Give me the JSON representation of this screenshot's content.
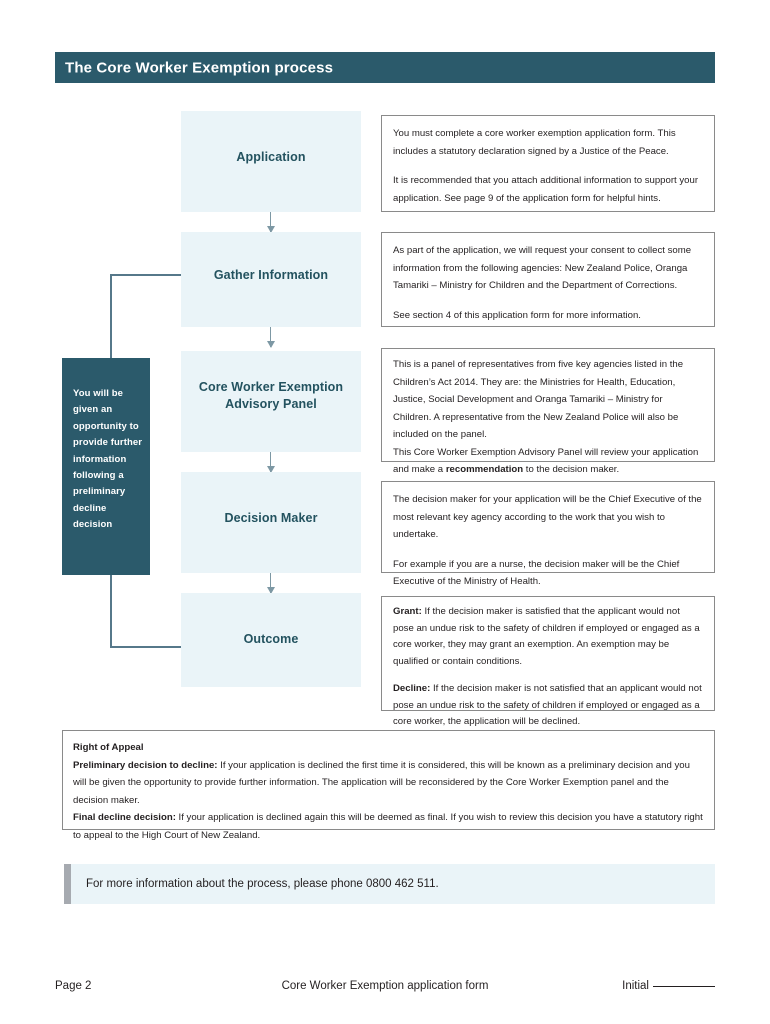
{
  "header": {
    "title": "The Core Worker Exemption process"
  },
  "colors": {
    "teal": "#2b5a6b",
    "light_blue": "#eaf4f8",
    "box_border": "#8a8a8a",
    "connector": "#7d98a4",
    "accent_gray": "#a6aab0"
  },
  "flow": {
    "stages": [
      {
        "label": "Application",
        "paragraphs": [
          "You must complete a core worker exemption application form. This includes a statutory declaration signed by a Justice of the Peace.",
          "It is recommended that you attach additional information to support your application. See page 9 of the application form for helpful hints."
        ]
      },
      {
        "label": "Gather Information",
        "paragraphs": [
          "As part of the application, we will request your consent to collect some information from the following agencies: New Zealand Police, Oranga Tamariki – Ministry for Children and the Department of Corrections.",
          "See section 4 of this application form for more information."
        ]
      },
      {
        "label": "Core Worker Exemption Advisory Panel",
        "paragraphs": [
          "This is a panel of representatives from five key agencies listed in the Children’s Act 2014. They are: the Ministries for Health, Education, Justice, Social Development and Oranga Tamariki – Ministry for Children. A representative from the New Zealand Police will also be included on the panel."
        ],
        "paragraph_rich": {
          "before": "This Core Worker Exemption Advisory Panel will review your application and make a ",
          "bold": "recommendation",
          "after": " to the decision maker."
        }
      },
      {
        "label": "Decision Maker",
        "paragraphs": [
          "The decision maker for your application will be the Chief Executive of the most relevant key agency according to the work that you wish to undertake.",
          "For example if you are a nurse, the decision maker will be the Chief Executive of the Ministry of Health."
        ]
      },
      {
        "label": "Outcome",
        "outcome_items": [
          {
            "term": "Grant:",
            "text": " If the decision maker is satisfied that the applicant would not pose an undue risk to the safety of children if employed or engaged as a core worker, they may grant an exemption. An exemption may be qualified or contain conditions."
          },
          {
            "term": "Decline:",
            "text": " If the decision maker is not satisfied that an applicant would not pose an undue risk to the safety of children if employed or engaged as a core worker, the application will be declined."
          }
        ]
      }
    ],
    "callout": "You will be given an opportunity to provide further information following a preliminary decline decision"
  },
  "appeal": {
    "heading": "Right of Appeal",
    "preliminary_term": "Preliminary decision to decline:",
    "preliminary_text": " If your application is declined the first time it is considered, this will be known as a preliminary decision and you will be given the opportunity to provide further information. The application will be reconsidered by the Core Worker Exemption panel and the decision maker.",
    "final_term": "Final decline decision:",
    "final_text": " If your application is declined again this will be deemed as final. If you wish to review this decision you have a statutory right to appeal to the High Court of New Zealand."
  },
  "info_bar": {
    "text": "For more information about the process, please phone 0800 462 511."
  },
  "footer": {
    "left": "Page 2",
    "center": "Core Worker Exemption application form",
    "right": "Initial"
  }
}
